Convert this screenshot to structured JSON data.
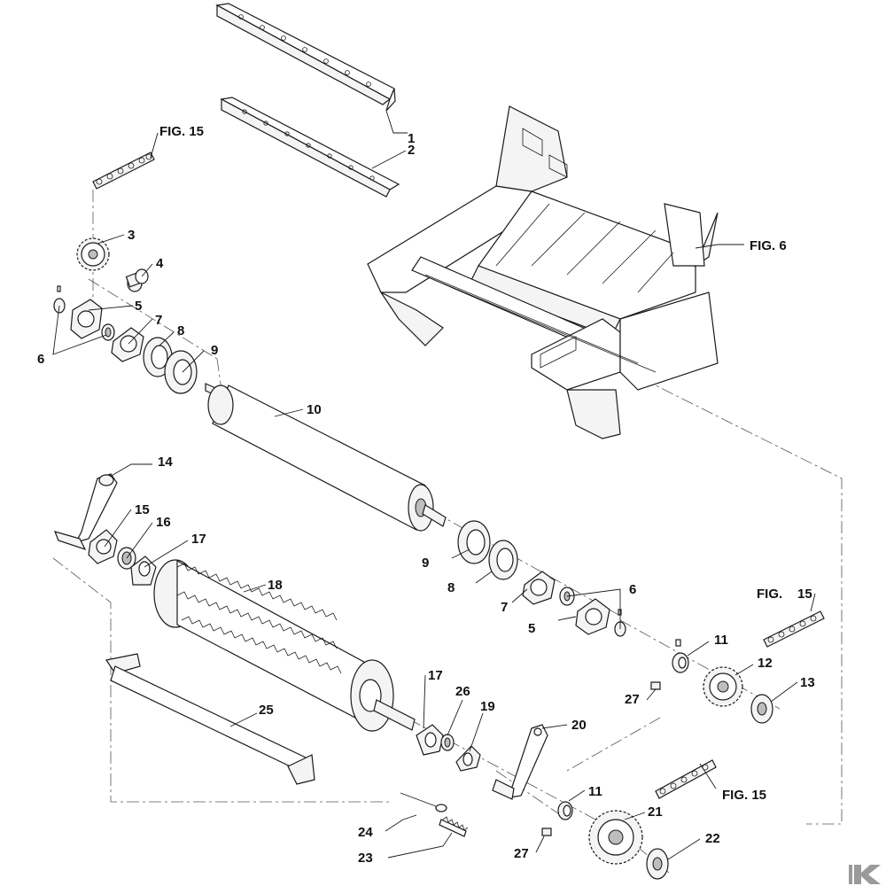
{
  "diagram": {
    "callouts": [
      {
        "key": "c1",
        "text": "1"
      },
      {
        "key": "c2",
        "text": "2"
      },
      {
        "key": "c3",
        "text": "3"
      },
      {
        "key": "c4",
        "text": "4"
      },
      {
        "key": "c5a",
        "text": "5"
      },
      {
        "key": "c6a",
        "text": "6"
      },
      {
        "key": "c7a",
        "text": "7"
      },
      {
        "key": "c8a",
        "text": "8"
      },
      {
        "key": "c9a",
        "text": "9"
      },
      {
        "key": "c10",
        "text": "10"
      },
      {
        "key": "c14",
        "text": "14"
      },
      {
        "key": "c15",
        "text": "15"
      },
      {
        "key": "c16",
        "text": "16"
      },
      {
        "key": "c17a",
        "text": "17"
      },
      {
        "key": "c18",
        "text": "18"
      },
      {
        "key": "c9b",
        "text": "9"
      },
      {
        "key": "c8b",
        "text": "8"
      },
      {
        "key": "c7b",
        "text": "7"
      },
      {
        "key": "c5b",
        "text": "5"
      },
      {
        "key": "c6b",
        "text": "6"
      },
      {
        "key": "c11a",
        "text": "11"
      },
      {
        "key": "c12",
        "text": "12"
      },
      {
        "key": "c13",
        "text": "13"
      },
      {
        "key": "c27a",
        "text": "27"
      },
      {
        "key": "c25",
        "text": "25"
      },
      {
        "key": "c17b",
        "text": "17"
      },
      {
        "key": "c26",
        "text": "26"
      },
      {
        "key": "c19",
        "text": "19"
      },
      {
        "key": "c20",
        "text": "20"
      },
      {
        "key": "c11b",
        "text": "11"
      },
      {
        "key": "c21",
        "text": "21"
      },
      {
        "key": "c22",
        "text": "22"
      },
      {
        "key": "c24",
        "text": "24"
      },
      {
        "key": "c23",
        "text": "23"
      },
      {
        "key": "c27b",
        "text": "27"
      }
    ],
    "figure_refs": {
      "fig15_top": "FIG. 15",
      "fig6": "FIG. 6",
      "fig15_right_a": "FIG.",
      "fig15_right_b": "15",
      "fig15_bottom": "FIG. 15"
    },
    "logo": {
      "icon": "k-logo-icon",
      "color": "#9a9a9a"
    }
  }
}
